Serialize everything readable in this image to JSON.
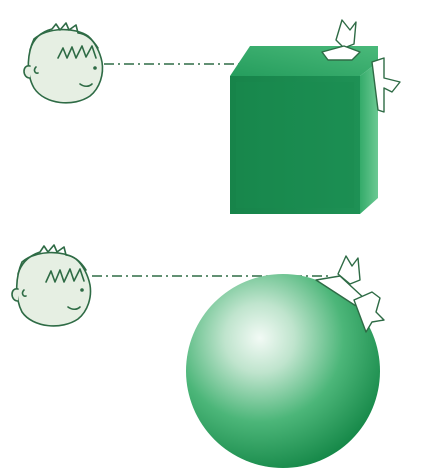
{
  "figure": {
    "panels": [
      {
        "id": "cube-scene",
        "object": "cube",
        "observer": "child-face-icon",
        "sight_line": "dash-dot",
        "marker": "paper-flags-icon"
      },
      {
        "id": "sphere-scene",
        "object": "sphere",
        "observer": "child-face-icon",
        "sight_line": "dash-dot",
        "marker": "paper-flags-icon"
      }
    ],
    "colors": {
      "outline": "#2e6b45",
      "cube_front": "#1b8a4e",
      "cube_top": "#2aa463",
      "cube_side": "#3fb573",
      "sphere_highlight": "#e9f6ee",
      "sphere_mid": "#52b97c",
      "sphere_edge": "#158c49",
      "face_fill": "#e6efe3"
    }
  }
}
